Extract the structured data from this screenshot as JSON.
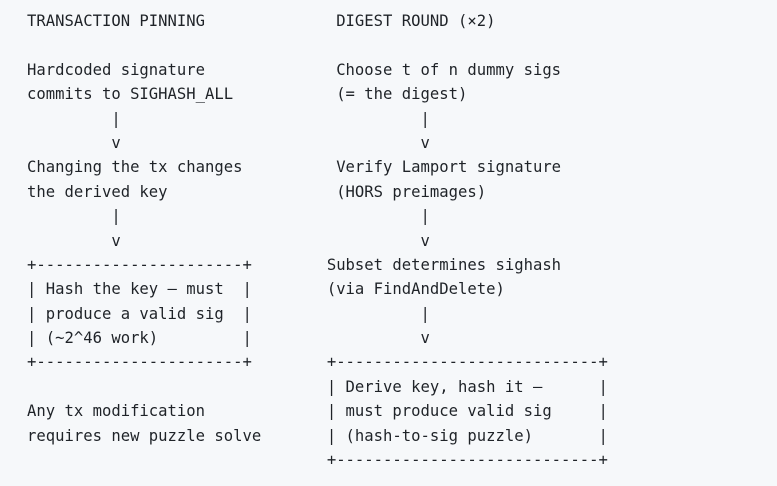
{
  "colors": {
    "background": "#f6f8fa",
    "text": "#1f2328"
  },
  "columns": [
    {
      "title": "TRANSACTION PINNING",
      "steps": [
        {
          "text": "Hardcoded signature commits to SIGHASH_ALL",
          "boxed": false
        },
        {
          "text": "Changing the tx changes the derived key",
          "boxed": false
        },
        {
          "text": "Hash the key — must produce a valid sig (~2^46 work)",
          "boxed": true
        },
        {
          "text": "Any tx modification requires new puzzle solve",
          "boxed": false
        }
      ]
    },
    {
      "title": "DIGEST ROUND (×2)",
      "steps": [
        {
          "text": "Choose t of n dummy sigs (= the digest)",
          "boxed": false
        },
        {
          "text": "Verify Lamport signature (HORS preimages)",
          "boxed": false
        },
        {
          "text": "Subset determines sighash (via FindAndDelete)",
          "boxed": false
        },
        {
          "text": "Derive key, hash it — must produce valid sig (hash-to-sig puzzle)",
          "boxed": true
        }
      ]
    }
  ],
  "diagram": {
    "lines": [
      "TRANSACTION PINNING              DIGEST ROUND (×2)",
      "",
      "Hardcoded signature              Choose t of n dummy sigs",
      "commits to SIGHASH_ALL           (= the digest)",
      "         |                                |",
      "         v                                v",
      "Changing the tx changes          Verify Lamport signature",
      "the derived key                  (HORS preimages)",
      "         |                                |",
      "         v                                v",
      "+----------------------+        Subset determines sighash",
      "| Hash the key — must  |        (via FindAndDelete)",
      "| produce a valid sig  |                  |",
      "| (~2^46 work)         |                  v",
      "+----------------------+        +----------------------------+",
      "                                | Derive key, hash it —      |",
      "Any tx modification             | must produce valid sig     |",
      "requires new puzzle solve       | (hash-to-sig puzzle)       |",
      "                                +----------------------------+"
    ]
  }
}
